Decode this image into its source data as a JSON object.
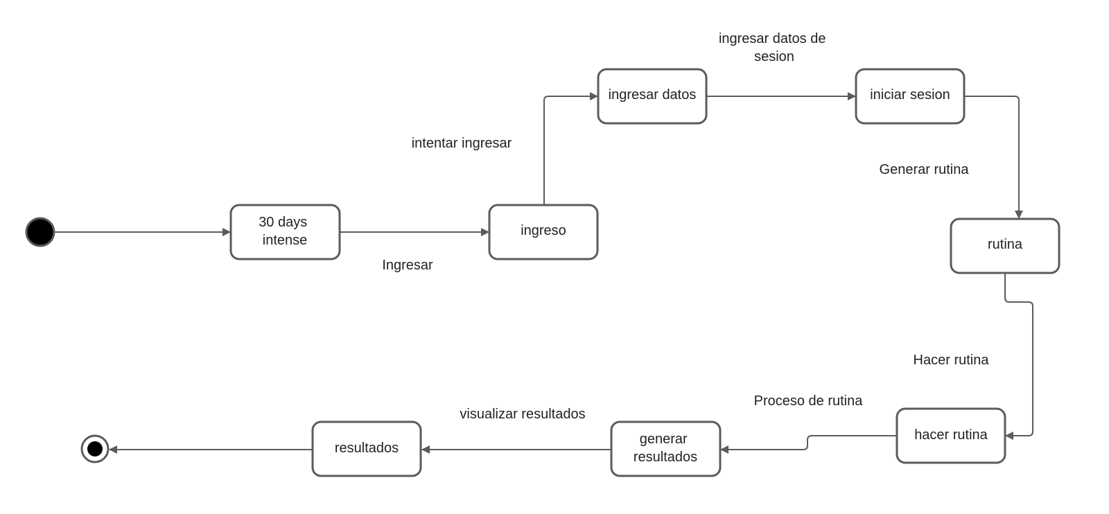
{
  "diagram": {
    "states": {
      "thirty_days": {
        "line1": "30 days",
        "line2": "intense"
      },
      "ingreso": {
        "label": "ingreso"
      },
      "ingresar_datos": {
        "label": "ingresar datos"
      },
      "iniciar_sesion": {
        "label": "iniciar sesion"
      },
      "rutina": {
        "label": "rutina"
      },
      "hacer_rutina": {
        "label": "hacer rutina"
      },
      "generar_resultados": {
        "line1": "generar",
        "line2": "resultados"
      },
      "resultados": {
        "label": "resultados"
      }
    },
    "transitions": {
      "ingresar": "Ingresar",
      "intentar_ingresar": "intentar ingresar",
      "ingresar_datos_sesion_line1": "ingresar datos de",
      "ingresar_datos_sesion_line2": "sesion",
      "generar_rutina": "Generar rutina",
      "hacer_rutina": "Hacer rutina",
      "proceso_rutina": "Proceso de rutina",
      "visualizar_resultados": "visualizar resultados"
    },
    "colors": {
      "stroke": "#5b5b5b",
      "node_fill": "#000000",
      "text": "#222222"
    }
  }
}
